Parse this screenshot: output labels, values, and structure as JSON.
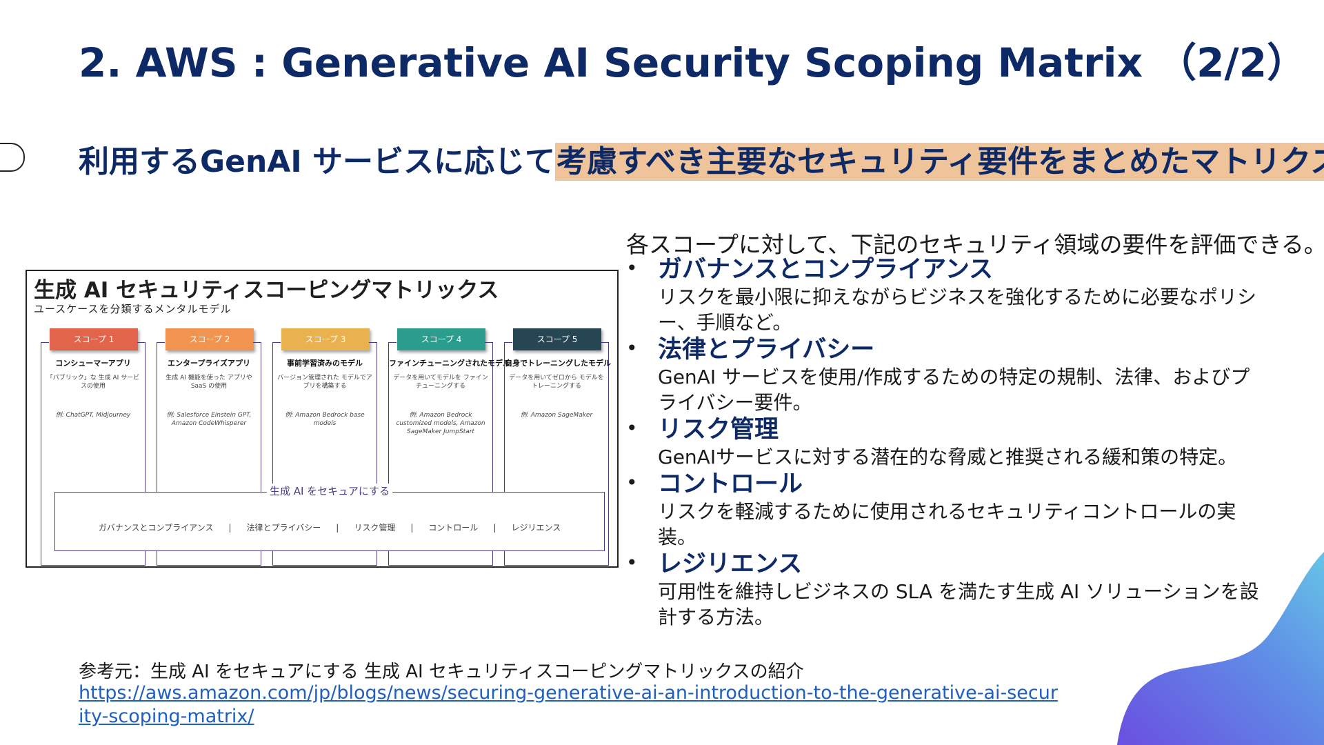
{
  "title": "2. AWS : Generative AI Security Scoping Matrix （2/2）",
  "subtitle": {
    "lead": "利用するGenAI サービスに応じて",
    "highlight": "考慮すべき主要なセキュリティ要件をまとめたマトリクス"
  },
  "matrix": {
    "title": "生成 AI セキュリティスコーピングマトリックス",
    "subtitle": "ユースケースを分類するメンタルモデル",
    "scopes": [
      {
        "tab": "スコープ 1",
        "name": "コンシューマーアプリ",
        "desc": "「パブリック」な 生成 AI サービスの使用",
        "example": "例: ChatGPT, Midjourney",
        "color": "#e2654b"
      },
      {
        "tab": "スコープ 2",
        "name": "エンタープライズアプリ",
        "desc": "生成 AI 機能を使った アプリや SaaS の使用",
        "example": "例: Salesforce Einstein GPT, Amazon CodeWhisperer",
        "color": "#f0944f"
      },
      {
        "tab": "スコープ 3",
        "name": "事前学習済みのモデル",
        "desc": "バージョン管理された モデルでアプリを構築する",
        "example": "例: Amazon Bedrock base models",
        "color": "#e9b24f"
      },
      {
        "tab": "スコープ 4",
        "name": "ファインチューニングされたモデル",
        "desc": "データを用いてモデルを ファインチューニングする",
        "example": "例: Amazon Bedrock customized models, Amazon SageMaker JumpStart",
        "color": "#2a9d8f"
      },
      {
        "tab": "スコープ 5",
        "name": "自身でトレーニングしたモデル",
        "desc": "データを用いてゼロから モデルをトレーニングする",
        "example": "例: Amazon SageMaker",
        "color": "#264653"
      }
    ],
    "secure_label": "生成 AI をセキュアにする",
    "domains": [
      "ガバナンスとコンプライアンス",
      "法律とプライバシー",
      "リスク管理",
      "コントロール",
      "レジリエンス"
    ],
    "separator": "|"
  },
  "intro": "各スコープに対して、下記のセキュリティ領域の要件を評価できる。",
  "bullet": "•",
  "requirements": [
    {
      "head": "ガバナンスとコンプライアンス",
      "desc": "リスクを最小限に抑えながらビジネスを強化するために必要なポリシー、手順など。"
    },
    {
      "head": "法律とプライバシー",
      "desc": "GenAI サービスを使用/作成するための特定の規制、法律、およびプライバシー要件。"
    },
    {
      "head": "リスク管理",
      "desc": "GenAIサービスに対する潜在的な脅威と推奨される緩和策の特定。"
    },
    {
      "head": "コントロール",
      "desc": "リスクを軽減するために使用されるセキュリティコントロールの実装。"
    },
    {
      "head": "レジリエンス",
      "desc": "可用性を維持しビジネスの SLA を満たす生成 AI ソリューションを設計する方法。"
    }
  ],
  "reference": {
    "label": "参考元：生成 AI をセキュアにする 生成 AI セキュリティスコーピングマトリックスの紹介",
    "url": "https://aws.amazon.com/jp/blogs/news/securing-generative-ai-an-introduction-to-the-generative-ai-security-scoping-matrix/"
  },
  "colors": {
    "title": "#0e2a66",
    "highlight": "#f0c49a",
    "link": "#1f5fbf",
    "matrix_border": "#4a3a8a"
  }
}
